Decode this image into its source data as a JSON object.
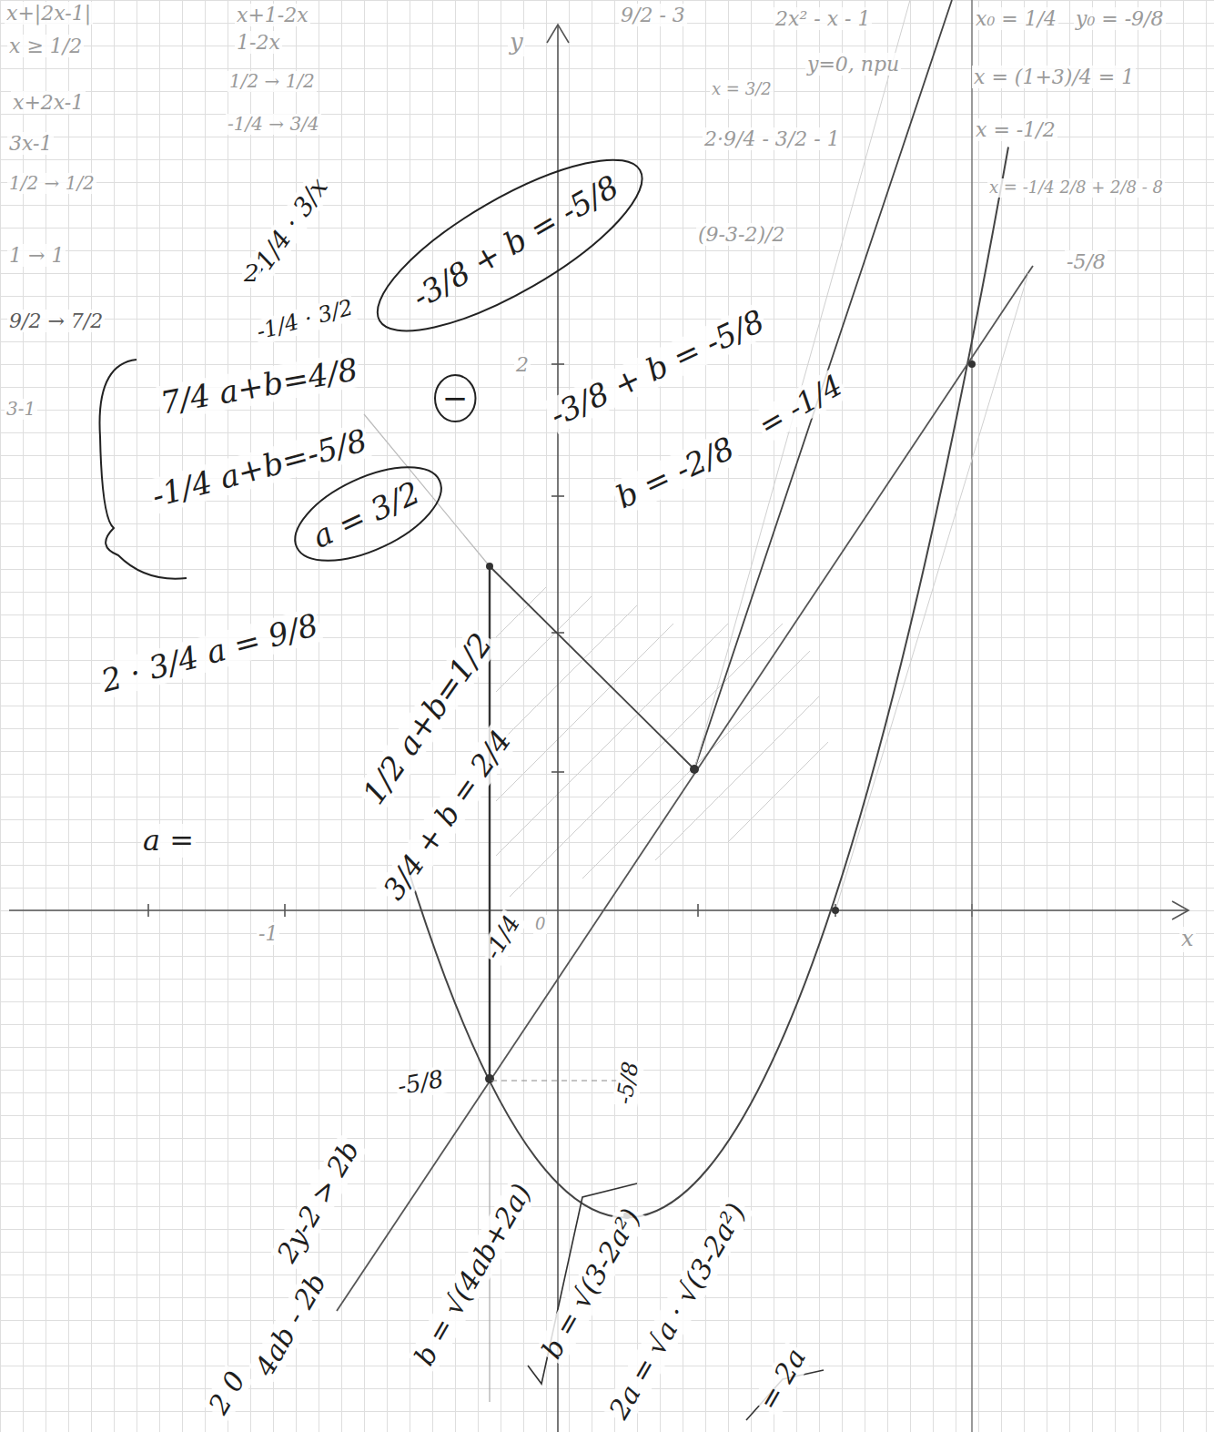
{
  "diagram": {
    "nodes": [
      {
        "text": [
          "-3/8 + b = -5/8"
        ]
      },
      {
        "text": [
          "−"
        ]
      },
      {
        "text": [
          "a = 3/2"
        ]
      }
    ],
    "labels": [
      "x+|2x-1|",
      "x ≥ 1/2",
      "x+2x-1",
      "3x-1",
      "1/2 → 1/2",
      "1 → 1",
      "9/2 → 7/2",
      "3-1",
      "x+1-2x",
      "1-2x",
      "1/2 → 1/2",
      "-1/4 → 3/4",
      "-1/4 · 3/x",
      "2",
      "-1/4 · 3/2",
      "7/4 a+b=4/8",
      "-1/4 a+b=-5/8",
      "2 · 3/4 a = 9/8",
      "a =",
      "1/2 a+b=1/2",
      "3/4 + b = 2/4",
      "-1/4",
      "-3/8 + b = -5/8",
      "b = -2/8",
      "= -1/4",
      "2",
      "-1",
      "0",
      "x",
      "y",
      "-5/8",
      "-5/8",
      "9/2 - 3",
      "2x² - x - 1",
      "x₀ = 1/4",
      "y₀ = -9/8",
      "y=0, при",
      "x = (1+3)/4 = 1",
      "x = -1/2",
      "x = 3/2",
      "2·9/4 - 3/2 - 1",
      "(9-3-2)/2",
      "x = -1/4  2/8 + 2/8 - 8",
      "-5/8",
      "2y-2 > 2b",
      "4ab - 2b",
      "b = √(4ab+2a)",
      "b = √(3-2a²)",
      "2a = √a · √(3-2a²)",
      "= 2a",
      "2 0"
    ]
  }
}
